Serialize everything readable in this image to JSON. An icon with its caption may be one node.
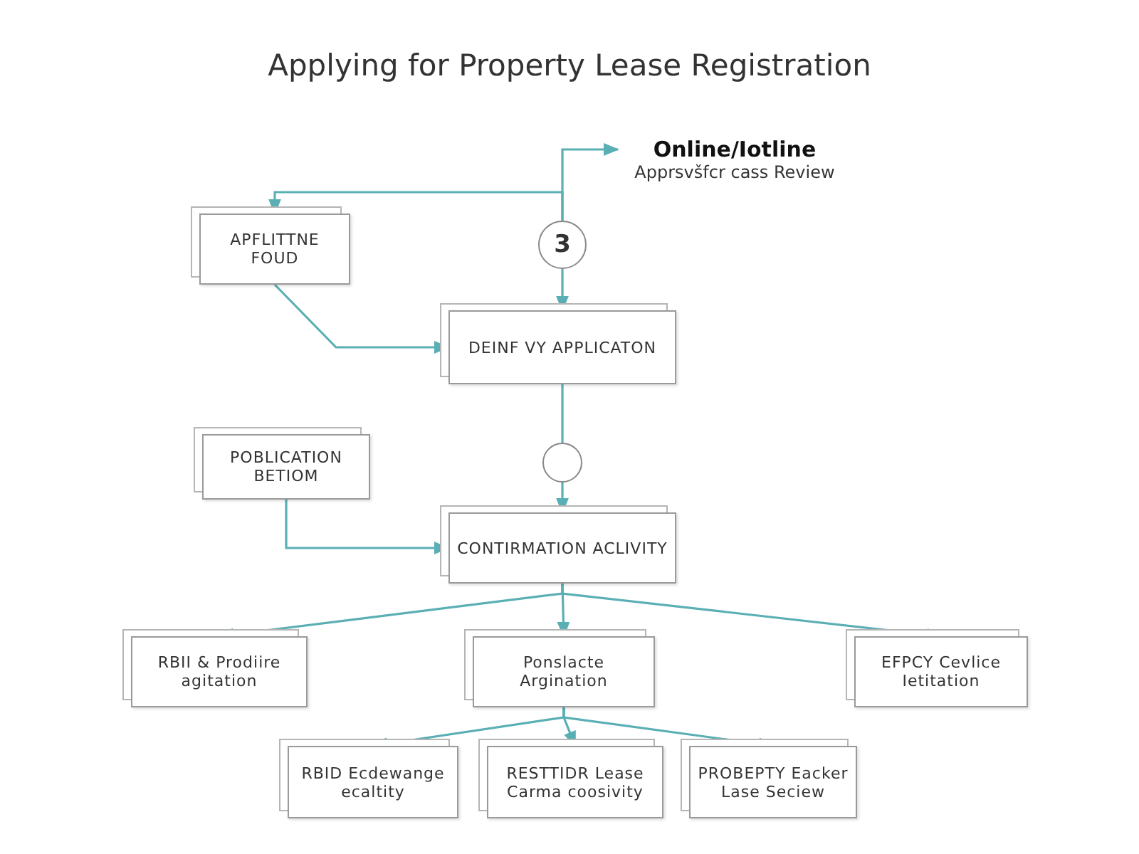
{
  "diagram": {
    "title": "Applying for Property Lease Registration",
    "nodes": [
      {
        "text": [
          "Online/Iotline",
          "Apprsvšfcr cass Review"
        ]
      },
      {
        "text": [
          "APFLITTNE FOUD"
        ]
      },
      {
        "text": [
          "3"
        ]
      },
      {
        "text": [
          "DEINF VY APPLICATON"
        ]
      },
      {
        "text": [
          "POBLICATION BETIOM"
        ]
      },
      {
        "text": [],
        "shape": "circle"
      },
      {
        "text": [
          "CONTIRMATION ACLIVITY"
        ]
      },
      {
        "text": [
          "RBII & Prodiire agitation"
        ]
      },
      {
        "text": [
          "Ponslacte Argination"
        ]
      },
      {
        "text": [
          "EFPCY Cevlice Ietitation"
        ]
      },
      {
        "text": [
          "RBID Ecdewange ecaltity"
        ]
      },
      {
        "text": [
          "RESTTIDR Lease Carma coosivity"
        ]
      },
      {
        "text": [
          "PROBEPTY Eacker Lase Seciew"
        ]
      }
    ],
    "edges": [
      {
        "from": 2,
        "to": 0,
        "arrow": "to"
      },
      {
        "from": 2,
        "to": 1,
        "arrow": "to"
      },
      {
        "from": 2,
        "to": 3,
        "arrow": "to"
      },
      {
        "from": 1,
        "to": 3,
        "arrow": "to"
      },
      {
        "from": 3,
        "to": 5,
        "arrow": "none"
      },
      {
        "from": 5,
        "to": 6,
        "arrow": "to"
      },
      {
        "from": 4,
        "to": 6,
        "arrow": "to"
      },
      {
        "from": 6,
        "to": 7,
        "arrow": "to"
      },
      {
        "from": 6,
        "to": 8,
        "arrow": "to"
      },
      {
        "from": 6,
        "to": 9,
        "arrow": "to"
      },
      {
        "from": 8,
        "to": 10,
        "arrow": "to"
      },
      {
        "from": 8,
        "to": 11,
        "arrow": "to"
      },
      {
        "from": 8,
        "to": 12,
        "arrow": "to"
      }
    ]
  }
}
